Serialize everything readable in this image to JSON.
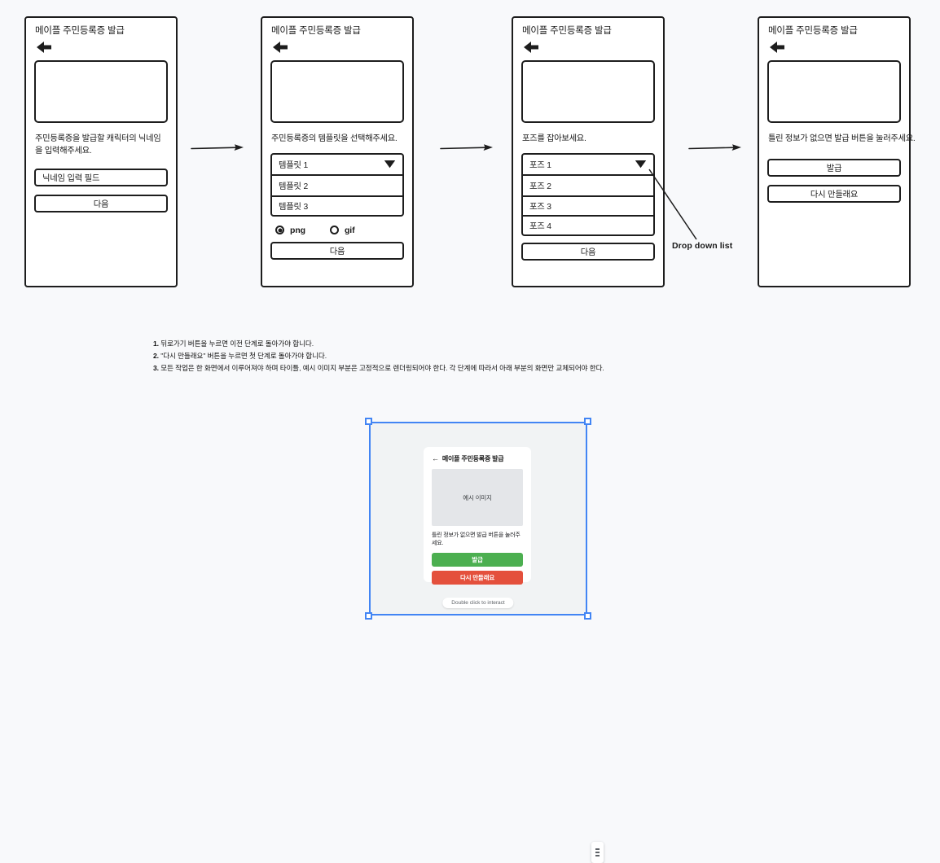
{
  "background_color": "#f8f9fb",
  "wireframe": {
    "ink_color": "#1d1d1d",
    "app_title": "메이플 주민등록증 발급",
    "image_placeholder": "예시 이미지",
    "back_icon": "back-arrow-icon",
    "steps": [
      {
        "id": "step-1-nickname",
        "title": "메이플 주민등록증 발급",
        "prompt": "주민등록증을 발급할 캐릭터의 닉네임을 입력해주세요.",
        "input_placeholder": "닉네임 입력 필드",
        "next_label": "다음"
      },
      {
        "id": "step-2-template",
        "title": "메이플 주민등록증 발급",
        "prompt": "주민등록증의 템플릿을 선택해주세요.",
        "dropdown_selected": "템플릿 1",
        "dropdown_options": [
          "템플릿 1",
          "템플릿 2",
          "템플릿 3"
        ],
        "format_options": [
          {
            "label": "png",
            "selected": true
          },
          {
            "label": "gif",
            "selected": false
          }
        ],
        "next_label": "다음"
      },
      {
        "id": "step-3-pose",
        "title": "메이플 주민등록증 발급",
        "prompt": "포즈를 잡아보세요.",
        "dropdown_selected": "포즈 1",
        "dropdown_options": [
          "포즈 1",
          "포즈 2",
          "포즈 3",
          "포즈 4"
        ],
        "annotation": "Drop down list",
        "next_label": "다음"
      },
      {
        "id": "step-4-issue",
        "title": "메이플 주민등록증 발급",
        "prompt": "틀린 정보가 없으면 발급 버튼을 눌러주세요.",
        "primary_label": "발급",
        "secondary_label": "다시 만들래요"
      }
    ]
  },
  "notes": [
    {
      "num": "1.",
      "text": "뒤로가기 버튼을 누르면 이전 단계로 돌아가야 합니다."
    },
    {
      "num": "2.",
      "text": "\"다시 만들래요\" 버튼을 누르면 첫 단계로 돌아가야 합니다."
    },
    {
      "num": "3.",
      "text": "모든 작업은 한 화면에서 이루어져야 하며 타이틀, 예시 이미지 부분은 고정적으로 렌더링되어야 한다. 각 단계에 따라서 아래 부분의 화면만 교체되어야 한다."
    }
  ],
  "embed": {
    "selection_color": "#4285f4",
    "canvas_color": "#f1f3f4",
    "menu_icon": "more-vertical-icon",
    "hint": "Double click to interact",
    "mock": {
      "back_icon": "←",
      "title": "메이플 주민등록증 발급",
      "image_placeholder": "예시 이미지",
      "text": "틀린 정보가 없으면 발급 버튼을 눌러주세요.",
      "primary_label": "발급",
      "primary_color": "#4caf50",
      "secondary_label": "다시 만들래요",
      "secondary_color": "#e4503c"
    }
  }
}
